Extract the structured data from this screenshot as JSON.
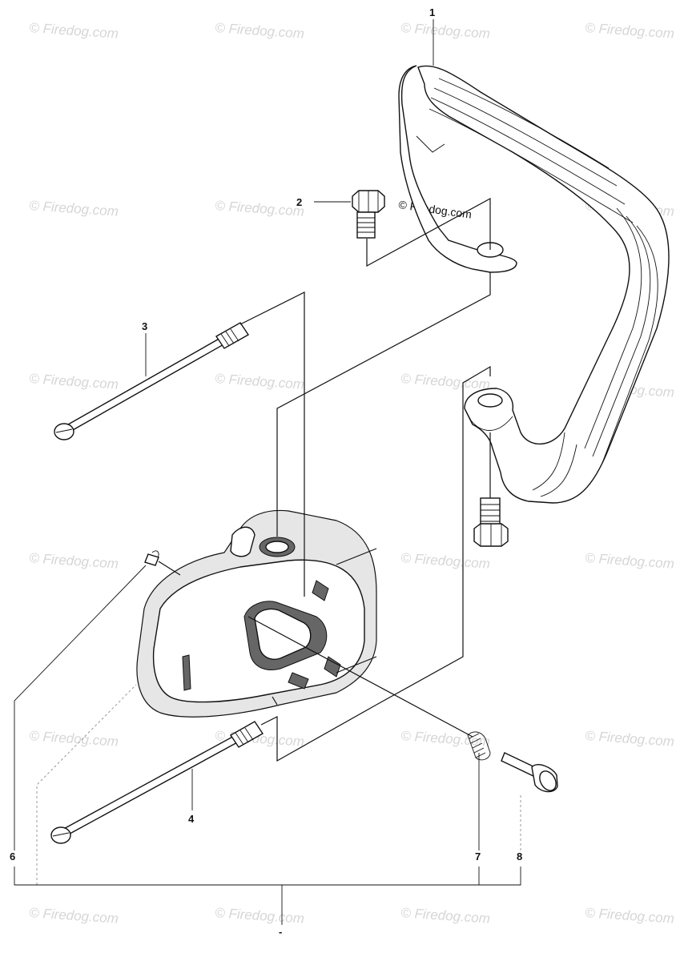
{
  "watermark": "© Firedog.com",
  "copyright_notice": "© Firedog.com",
  "callouts": [
    "1",
    "2",
    "3",
    "4",
    "6",
    "7",
    "8",
    "-"
  ],
  "parts": [
    "front-handle",
    "bolt",
    "long-screw-upper",
    "long-screw-lower",
    "handle-guard-housing",
    "clip",
    "spring",
    "plunger"
  ]
}
